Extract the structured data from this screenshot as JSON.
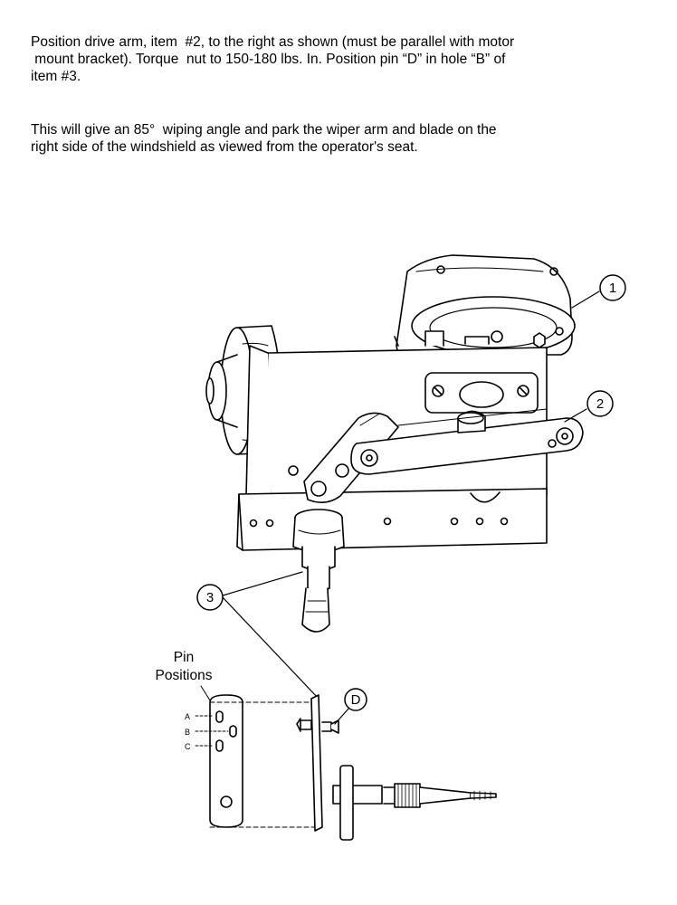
{
  "instructions": {
    "paragraph1": [
      "Position drive arm, item  #2, to the right as shown (must be parallel with motor",
      " mount bracket). Torque  nut to 150-180 lbs. In. Position pin “D” in hole “B” of",
      "item #3."
    ],
    "paragraph2": [
      "This will give an 85°  wiping angle and park the wiper arm and blade on the",
      "right side of the windshield as viewed from the operator's seat."
    ]
  },
  "figure": {
    "callouts": [
      "1",
      "2",
      "3",
      "D"
    ],
    "pin_positions_label": [
      "Pin",
      "Positions"
    ],
    "hole_labels": [
      "A",
      "B",
      "C"
    ]
  }
}
